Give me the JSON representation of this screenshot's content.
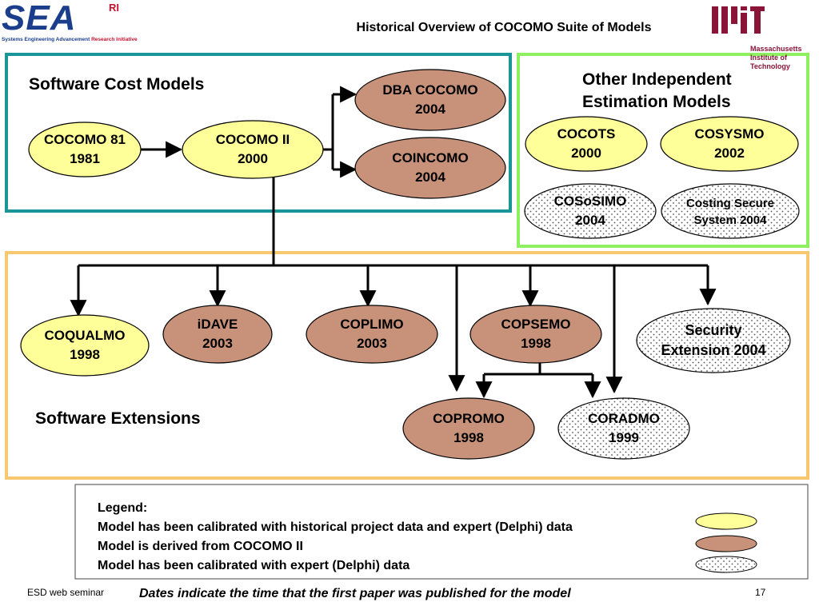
{
  "header": {
    "title": "Historical Overview of COCOMO Suite of Models",
    "sea_logo_text": "SEA",
    "sea_logo_superscript": "RI",
    "sea_tagline_part1": "Systems Engineering Advancement ",
    "sea_tagline_part2": "Research Initiative",
    "mit_lines": [
      "Massachusetts",
      "Institute of",
      "Technology"
    ]
  },
  "colors": {
    "calibrated_fill": "#ffff99",
    "derived_fill": "#c8927a",
    "expert_fill": "#ffffff",
    "cost_box_border": "#1a9698",
    "independent_box_border": "#8cf060",
    "extensions_box_border": "#f8c870",
    "brand_red": "#c8102e",
    "brand_blue": "#1a3e8c"
  },
  "groups": {
    "cost_models": "Software Cost Models",
    "independent_line1": "Other Independent",
    "independent_line2": "Estimation Models",
    "extensions": "Software Extensions"
  },
  "models": {
    "cocomo81": {
      "name": "COCOMO 81",
      "year": "1981",
      "type": "calibrated"
    },
    "cocomo2": {
      "name": "COCOMO II",
      "year": "2000",
      "type": "calibrated"
    },
    "dbacocomo": {
      "name": "DBA COCOMO",
      "year": "2004",
      "type": "derived"
    },
    "coincomo": {
      "name": "COINCOMO",
      "year": "2004",
      "type": "derived"
    },
    "cocots": {
      "name": "COCOTS",
      "year": "2000",
      "type": "calibrated"
    },
    "cosysmo": {
      "name": "COSYSMO",
      "year": "2002",
      "type": "calibrated"
    },
    "cososimo": {
      "name": "COSoSIMO",
      "year": "2004",
      "type": "expert"
    },
    "costingsecure": {
      "name": "Costing Secure",
      "year": "System 2004",
      "type": "expert"
    },
    "coqualmo": {
      "name": "COQUALMO",
      "year": "1998",
      "type": "calibrated"
    },
    "idave": {
      "name": "iDAVE",
      "year": "2003",
      "type": "derived"
    },
    "coplimo": {
      "name": "COPLIMO",
      "year": "2003",
      "type": "derived"
    },
    "copsemo": {
      "name": "COPSEMO",
      "year": "1998",
      "type": "derived"
    },
    "security": {
      "name": "Security",
      "year": "Extension 2004",
      "type": "expert"
    },
    "copromo": {
      "name": "COPROMO",
      "year": "1998",
      "type": "derived"
    },
    "coradmo": {
      "name": "CORADMO",
      "year": "1999",
      "type": "expert"
    }
  },
  "legend": {
    "title": "Legend:",
    "items": [
      "Model has been calibrated with historical project data and expert (Delphi) data",
      "Model is derived from COCOMO II",
      "Model has been calibrated with expert (Delphi) data"
    ]
  },
  "footer": {
    "seminar": "ESD web seminar",
    "note": "Dates indicate the time that the first paper was published for the model",
    "page": "17"
  }
}
